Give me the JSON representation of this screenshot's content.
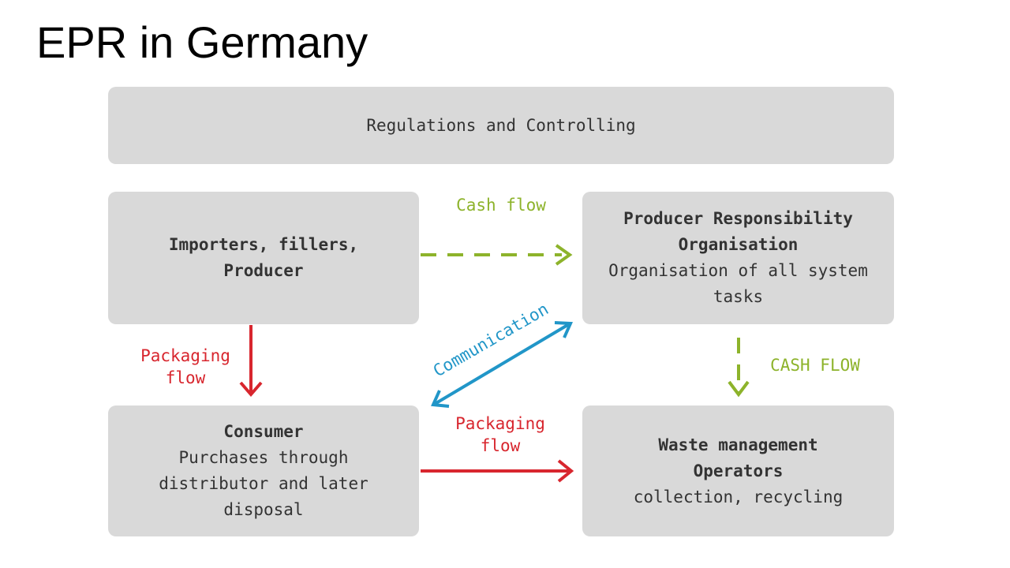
{
  "title": "EPR in Germany",
  "colors": {
    "box_fill": "#d9d9d9",
    "box_text": "#333333",
    "cash_flow": "#8db32b",
    "packaging_flow": "#d8262e",
    "communication": "#2196c8"
  },
  "boxes": {
    "regulations": {
      "title": "Regulations and Controlling"
    },
    "producers": {
      "title_line1": "Importers, fillers,",
      "title_line2": "Producer"
    },
    "pro": {
      "title_line1": "Producer Responsibility",
      "title_line2": "Organisation",
      "subtitle": "Organisation of all system tasks"
    },
    "consumer": {
      "title": "Consumer",
      "line1": "Purchases through",
      "line2": "distributor and later",
      "line3": "disposal"
    },
    "waste": {
      "title_line1": "Waste management",
      "title_line2": "Operators",
      "subtitle": "collection, recycling"
    }
  },
  "flows": {
    "cash_flow_top": "Cash flow",
    "cash_flow_right": "CASH FLOW",
    "packaging_flow_left_line1": "Packaging",
    "packaging_flow_left_line2": "flow",
    "packaging_flow_bottom_line1": "Packaging",
    "packaging_flow_bottom_line2": "flow",
    "communication": "Communication"
  }
}
